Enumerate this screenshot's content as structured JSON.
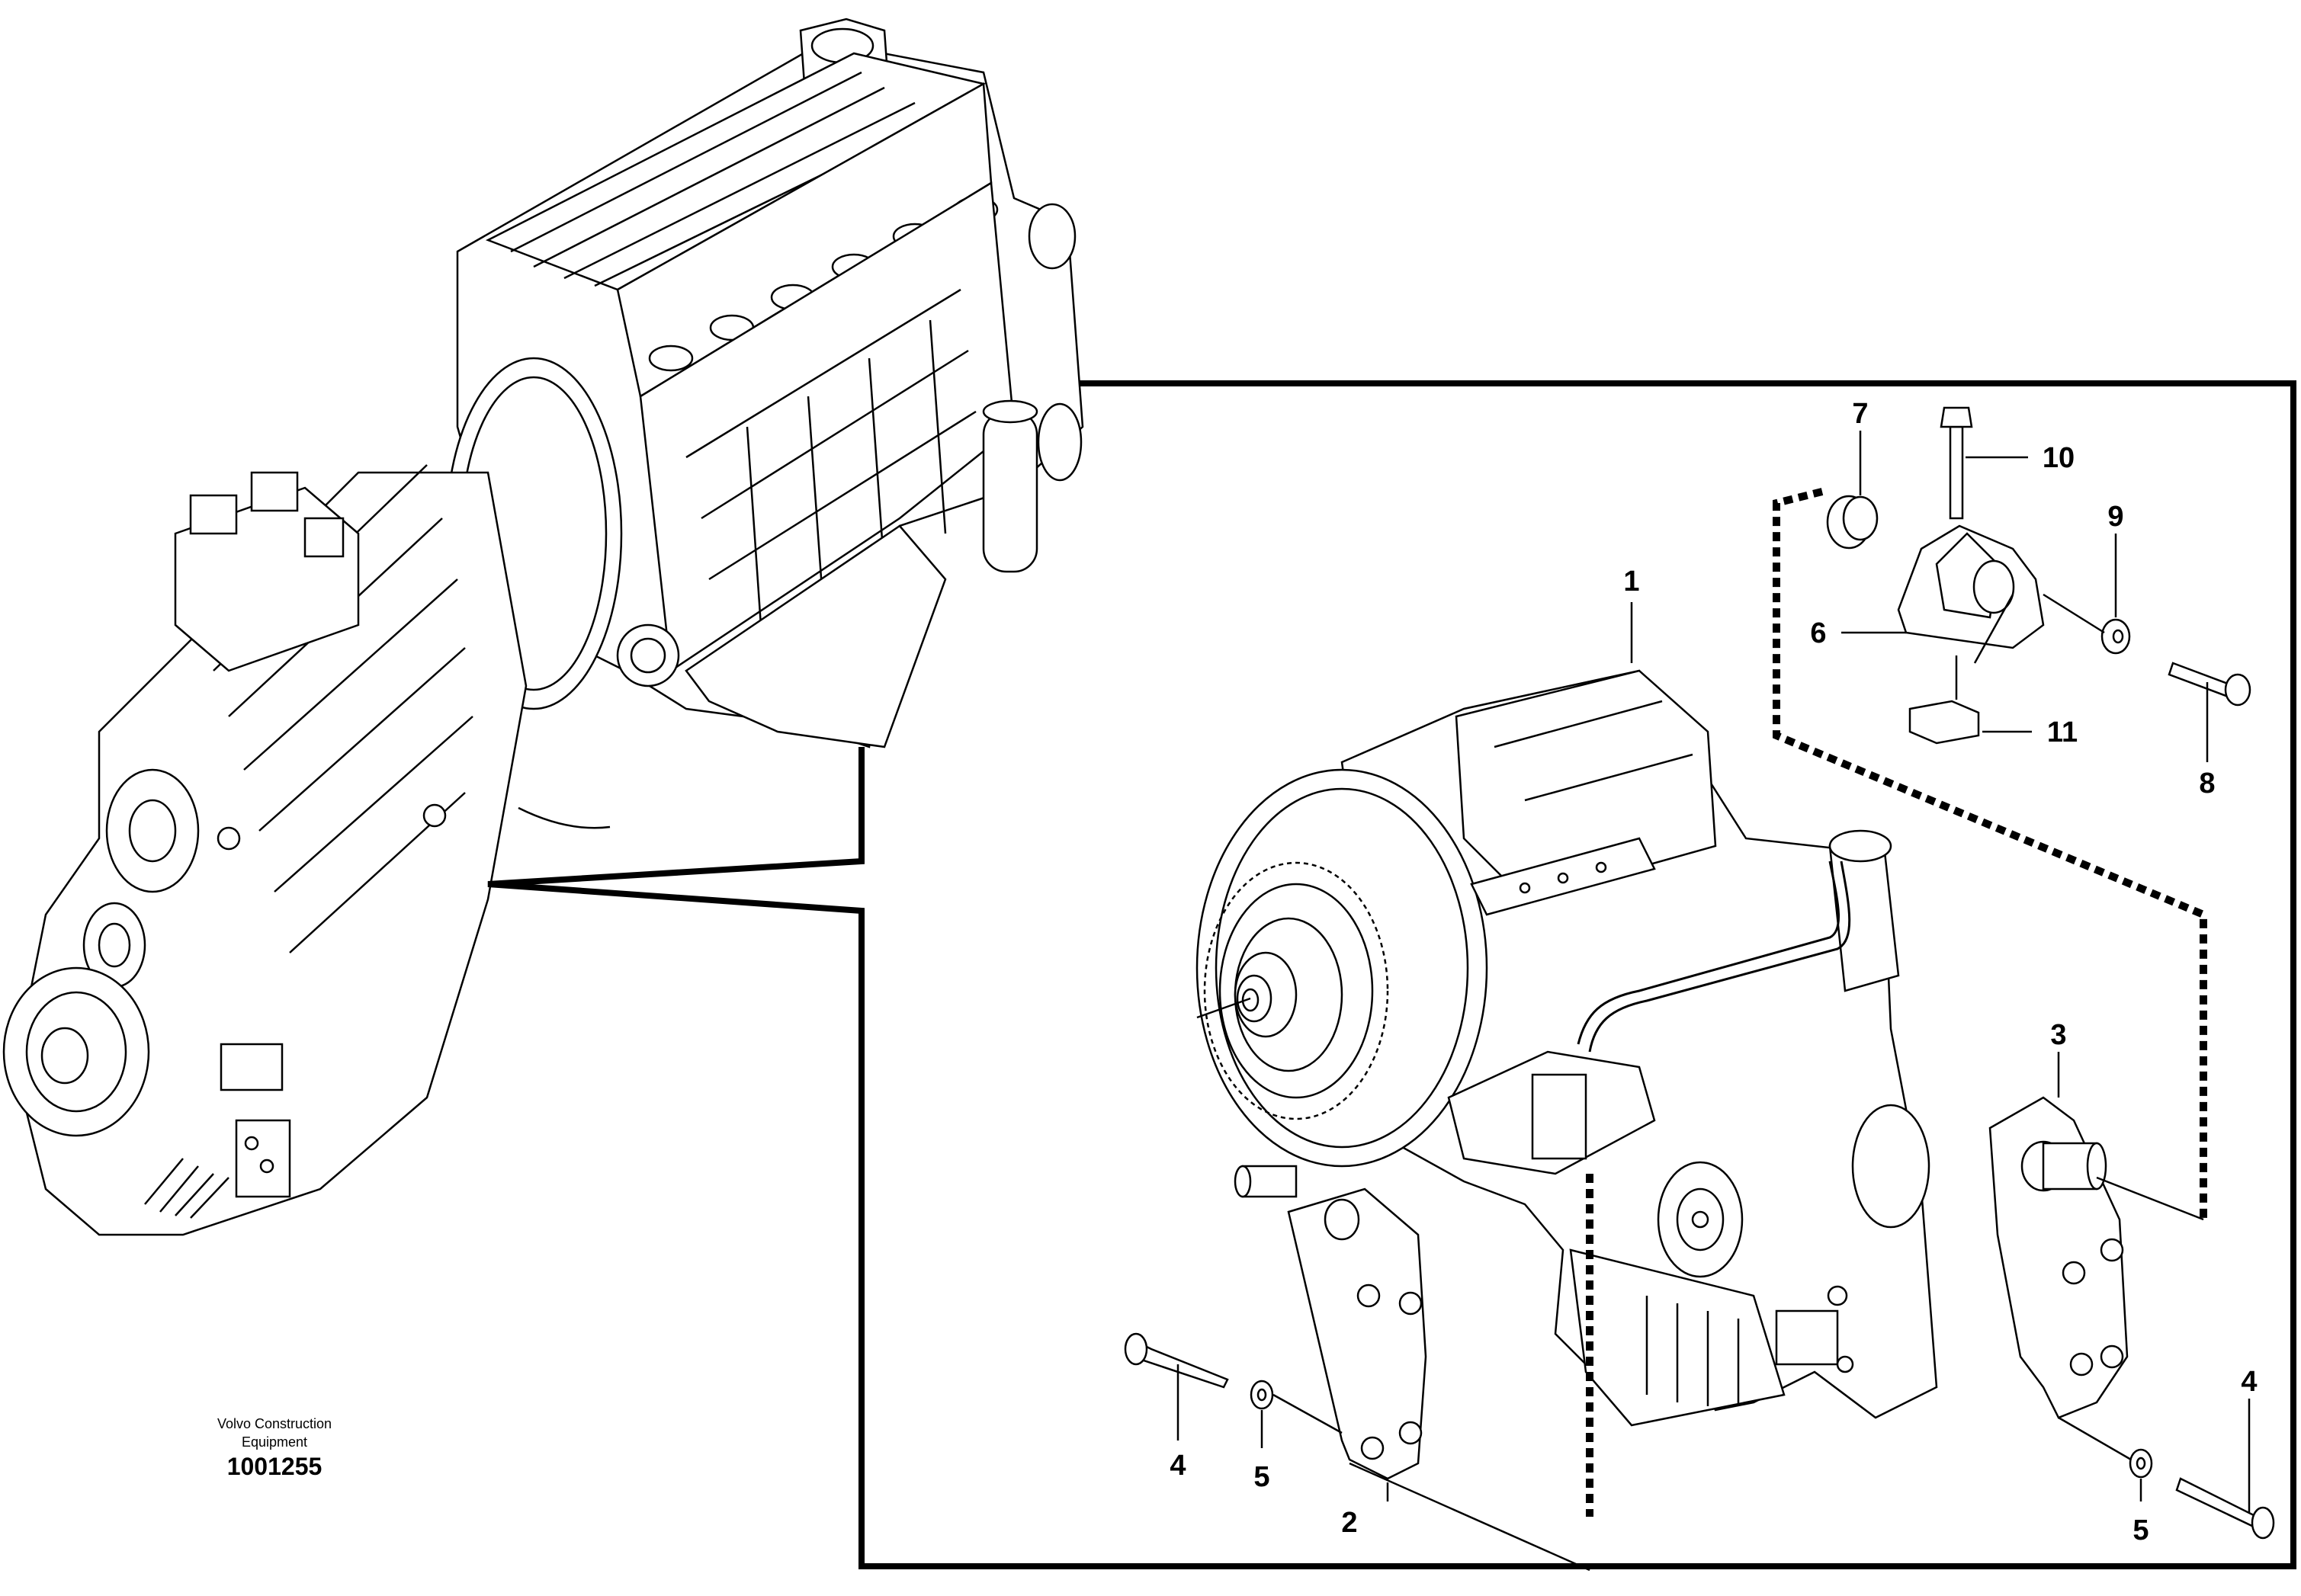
{
  "credit": {
    "line1": "Volvo Construction",
    "line2": "Equipment"
  },
  "doc_number": "1001255",
  "callouts": {
    "c1": "1",
    "c2": "2",
    "c3": "3",
    "c4a": "4",
    "c4b": "4",
    "c5a": "5",
    "c5b": "5",
    "c6": "6",
    "c7": "7",
    "c8": "8",
    "c9": "9",
    "c10": "10",
    "c11": "11"
  }
}
